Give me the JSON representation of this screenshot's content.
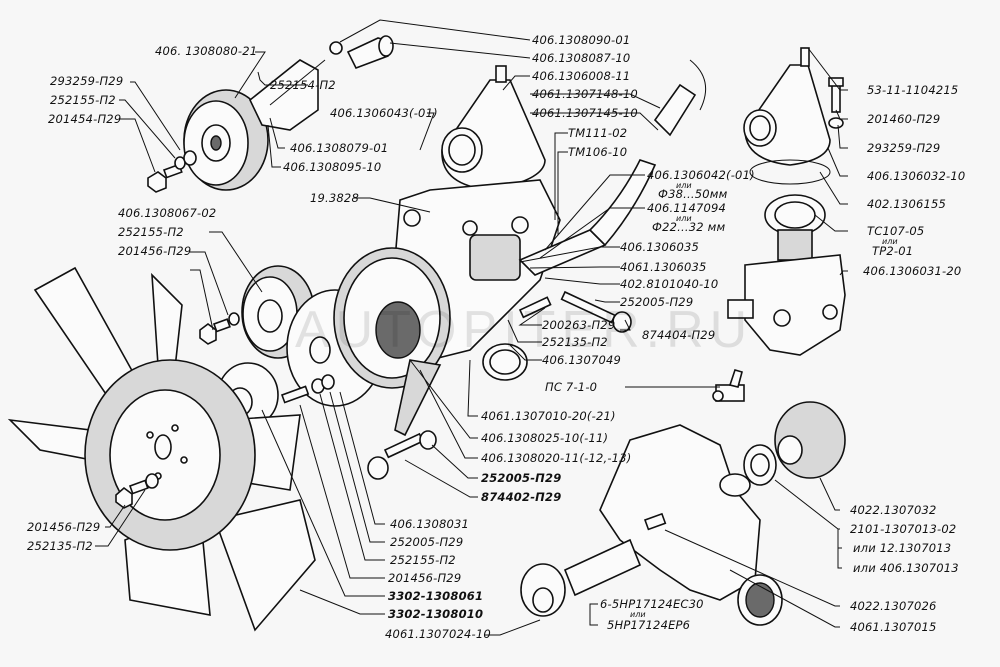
{
  "watermark": "AUTOPITER.RU",
  "labels": {
    "l01": "406. 1308080-21",
    "l02": "293259-П29",
    "l03": "252155-П2",
    "l04": "201454-П29",
    "l05": "252154-П2",
    "l06": "406.1306043(-01)",
    "l07": "406.1308079-01",
    "l08": "406.1308095-10",
    "l09": "406.1308090-01",
    "l10": "406.1308087-10",
    "l11": "406.1306008-11",
    "l12": "4061.1307148-10",
    "l13": "4061.1307145-10",
    "l14": "ТМ111-02",
    "l15": "ТМ106-10",
    "l16": "19.3828",
    "l17": "406.1306042(-01)",
    "l17a": "или",
    "l17b": "Ф38...50мм",
    "l18": "406.1147094",
    "l18a": "или",
    "l18b": "Ф22...32 мм",
    "l19": "406.1306035",
    "l20": "4061.1306035",
    "l21": "402.8101040-10",
    "l22": "252005-П29",
    "l23": "200263-П29",
    "l24": "874404-П29",
    "l25": "252135-П2",
    "l26": "406.1307049",
    "l27": "ПС 7-1-0",
    "l28": "406.1308067-02",
    "l29": "252155-П2",
    "l30": "201456-П29",
    "l31": "4061.1307010-20(-21)",
    "l32": "406.1308025-10(-11)",
    "l33": "406.1308020-11(-12,-13)",
    "l34": "252005-П29",
    "l35": "874402-П29",
    "l36": "406.1308031",
    "l37": "252005-П29",
    "l38": "252155-П2",
    "l39": "201456-П29",
    "l40": "3302-1308061",
    "l41": "3302-1308010",
    "l42": "4061.1307024-10",
    "l43": "201456-П29",
    "l44": "252135-П2",
    "l45": "53-11-1104215",
    "l46": "201460-П29",
    "l47": "293259-П29",
    "l48": "406.1306032-10",
    "l49": "402.1306155",
    "l50": "ТС107-05",
    "l50a": "или",
    "l50b": "ТР2-01",
    "l51": "406.1306031-20",
    "l52": "4022.1307032",
    "l53": "2101-1307013-02",
    "l54": "или 12.1307013",
    "l55": "или 406.1307013",
    "l56": "4022.1307026",
    "l57": "4061.1307015",
    "l58": "6-5НР17124ЕС30",
    "l58a": "или",
    "l58b": "5НР17124ЕР6"
  }
}
